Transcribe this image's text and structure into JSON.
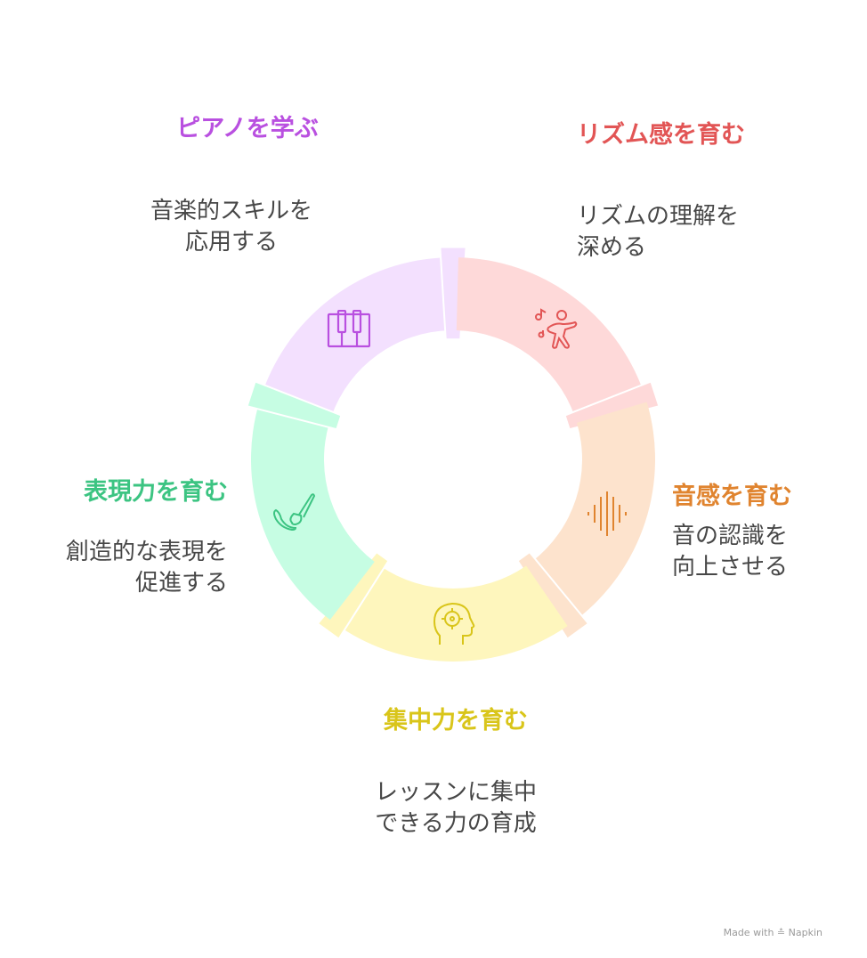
{
  "segments": [
    {
      "title": "ピアノを学ぶ",
      "lines": [
        "音楽的スキルを",
        "応用する"
      ],
      "color": "#b950e0",
      "fill": "#f3e0fe",
      "icon": "piano-keys-icon"
    },
    {
      "title": "リズム感を育む",
      "lines": [
        "リズムの理解を",
        "深める"
      ],
      "color": "#e25555",
      "fill": "#fed9d9",
      "icon": "dancing-person-icon"
    },
    {
      "title": "音感を育む",
      "lines": [
        "音の認識を",
        "向上させる"
      ],
      "color": "#e0842f",
      "fill": "#fde3cd",
      "icon": "sound-wave-icon"
    },
    {
      "title": "集中力を育む",
      "lines": [
        "レッスンに集中",
        "できる力の育成"
      ],
      "color": "#d9c51a",
      "fill": "#fef6bd",
      "icon": "focus-head-icon"
    },
    {
      "title": "表現力を育む",
      "lines": [
        "創造的な表現を",
        "促進する"
      ],
      "color": "#3cc482",
      "fill": "#c6fde3",
      "icon": "paintbrush-icon"
    }
  ],
  "footer": {
    "made_with": "Made with",
    "brand": "Napkin"
  }
}
